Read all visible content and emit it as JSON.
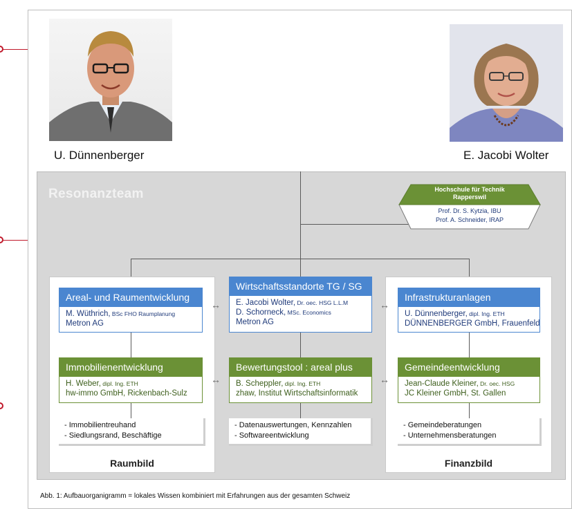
{
  "people": {
    "left": {
      "name": "U. Dünnenberger"
    },
    "right": {
      "name": "E. Jacobi Wolter"
    }
  },
  "team": {
    "title": "Resonanzteam"
  },
  "hochschule": {
    "title": "Hochschule für Technik Rapperswil",
    "line1": "Prof. Dr. S. Kytzia, IBU",
    "line2": "Prof. A. Schneider, IRAP"
  },
  "boxes": {
    "areal": {
      "header": "Areal- und Raumentwicklung",
      "name": "M. Wüthrich,",
      "title": " BSc FHO Raumplanung",
      "org": "Metron AG"
    },
    "wirtschaft": {
      "header": "Wirtschaftsstandorte TG / SG",
      "name1": "E. Jacobi Wolter,",
      "title1": " Dr. oec. HSG L.L.M",
      "name2": "D. Schorneck,",
      "title2": " MSc. Economics",
      "org": "Metron AG"
    },
    "infra": {
      "header": "Infrastrukturanlagen",
      "name": "U. Dünnenberger,",
      "title": " dipl. Ing. ETH",
      "org": "DÜNNENBERGER GmbH, Frauenfeld"
    },
    "immo": {
      "header": "Immobilienentwicklung",
      "name": "H. Weber,",
      "title": " dipl. Ing. ETH",
      "org": "hw-immo GmbH, Rickenbach-Sulz"
    },
    "bewertung": {
      "header": "Bewertungstool : areal plus",
      "name": "B. Scheppler,",
      "title": " dipl. Ing. ETH",
      "org": "zhaw, Institut Wirtschaftsinformatik"
    },
    "gemeinde": {
      "header": "Gemeindeentwicklung",
      "name": "Jean-Claude Kleiner,",
      "title": " Dr. oec. HSG",
      "org": "JC Kleiner GmbH, St. Gallen"
    }
  },
  "bullets": {
    "left": [
      "- Immobilientreuhand",
      "- Siedlungsrand, Beschäftige"
    ],
    "center": [
      "- Datenauswertungen, Kennzahlen",
      "- Softwareentwicklung"
    ],
    "right": [
      "- Gemeindeberatungen",
      "- Unternehmensberatungen"
    ]
  },
  "sections": {
    "left": "Raumbild",
    "right": "Finanzbild"
  },
  "caption": "Abb. 1: Aufbauorganigramm = lokales Wissen kombiniert mit Erfahrungen aus der gesamten Schweiz",
  "colors": {
    "blue": "#4a86d0",
    "green": "#6b9136",
    "marker": "#c0182a"
  }
}
